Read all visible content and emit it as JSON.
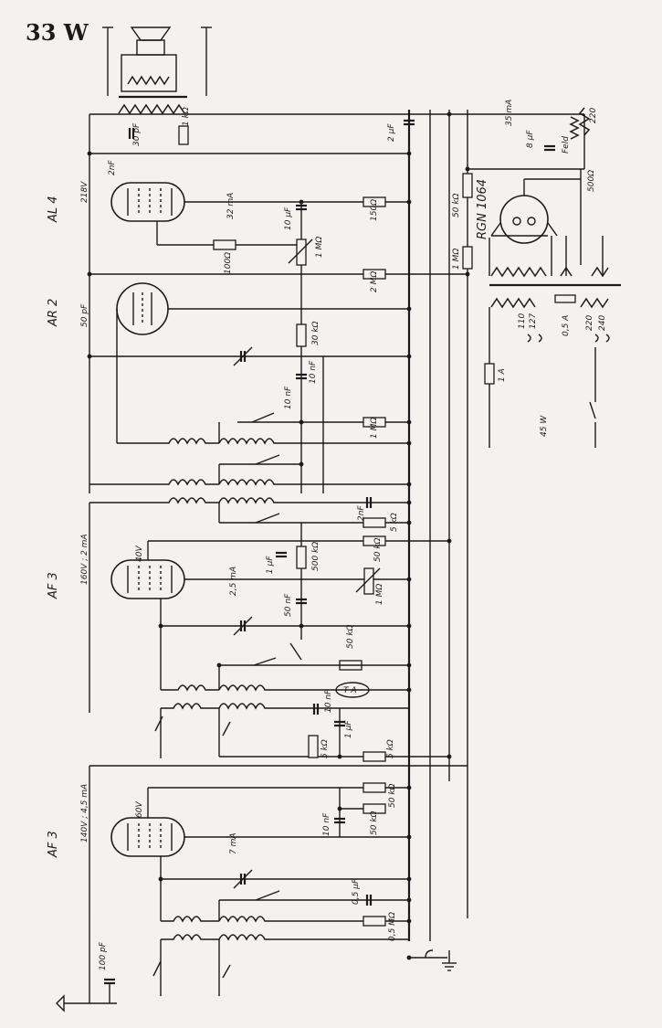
{
  "title": "33 W",
  "tubes": {
    "al4": "AL 4",
    "ar2": "AR 2",
    "af3a": "AF 3",
    "af3b": "AF 3",
    "rgn": "RGN 1064"
  },
  "labels": {
    "v218": "218V",
    "ma32": "32 mA",
    "pf30": "30 pF",
    "nf2": "2nF",
    "kohm1": "1 kΩ",
    "uf2": "2 μF",
    "ma35": "35 mA",
    "uf8": "8 μF",
    "feld": "Feld",
    "ohm500": "500Ω",
    "v220": "220",
    "ohm150": "150Ω",
    "ohm100": "100Ω",
    "uf10": "10 μF",
    "mohm1a": "1 MΩ",
    "mohm2": "2 MΩ",
    "kohm50a": "50 kΩ",
    "mohm1b": "1 MΩ",
    "pf50": "50 pF",
    "kohm30": "30 kΩ",
    "nf10a": "10 nF",
    "nf10b": "10 nF",
    "mohm1c": "1 MΩ",
    "v110": "110",
    "v127": "127",
    "a05": "0,5 A",
    "v220b": "220",
    "v240": "240",
    "a1": "1 A",
    "w45": "45 W",
    "nf2b": "2nF",
    "kohm5": "5 kΩ",
    "ma2": "160V ; 2 mA",
    "v40": "40V",
    "ma25": "2,5 mA",
    "uf1": "1 μF",
    "kohm500": "500 kΩ",
    "kohm50b": "50 kΩ",
    "mohm1d": "1 MΩ",
    "nf50": "50 nF",
    "kohm50c": "50 kΩ",
    "ta": "T A",
    "nf10c": "10 nF",
    "uf1b": "1 μF",
    "kohm5b": "5 kΩ",
    "kohm5c": "5 kΩ",
    "ma45": "140V ; 4,5 mA",
    "v60": "60V",
    "ma7": "7 mA",
    "nf10d": "10 nF",
    "kohm50d": "50 kΩ",
    "kohm50e": "50 kΩ",
    "uf05": "0,5 μF",
    "mohm05": "0,5 MΩ",
    "pf100": "100 pF"
  }
}
